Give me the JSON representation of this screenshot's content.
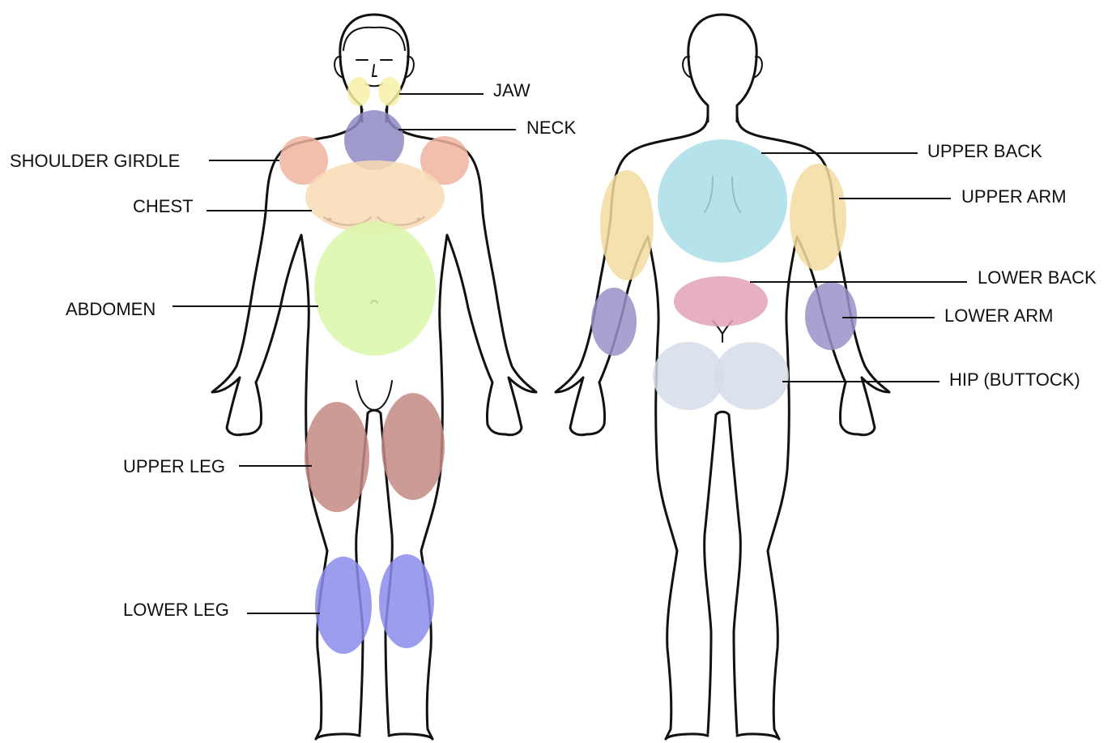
{
  "front_labels": {
    "jaw": "JAW",
    "neck": "NECK",
    "shoulder_girdle": "SHOULDER GIRDLE",
    "chest": "CHEST",
    "abdomen": "ABDOMEN",
    "upper_leg": "UPPER LEG",
    "lower_leg": "LOWER LEG"
  },
  "back_labels": {
    "upper_back": "UPPER BACK",
    "upper_arm": "UPPER ARM",
    "lower_back": "LOWER BACK",
    "lower_arm": "LOWER ARM",
    "hip": "HIP (BUTTOCK)"
  },
  "region_colors": {
    "jaw": "#f8f0a8",
    "neck": "#8f8ac4",
    "shoulder_girdle": "#f0b3a0",
    "chest": "#f8dcb4",
    "abdomen": "#d9f7a8",
    "upper_leg": "#c48a84",
    "lower_leg": "#8c8cec",
    "upper_back": "#a9dde8",
    "upper_arm": "#f2dca0",
    "lower_back": "#e3a1b8",
    "lower_arm": "#9a92c8",
    "hip": "#d5dde8"
  }
}
